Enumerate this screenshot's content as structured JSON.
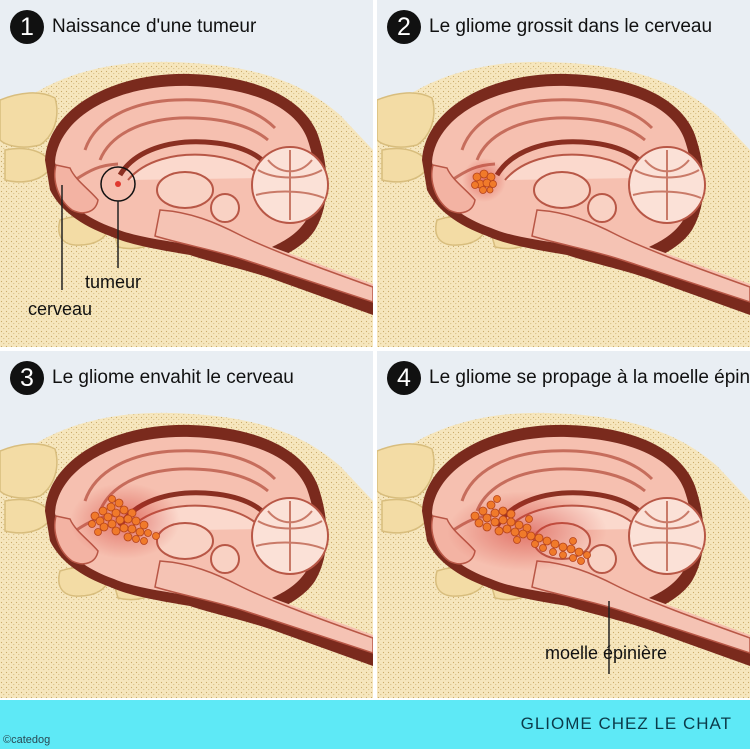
{
  "panels": [
    {
      "number": "1",
      "title": "Naissance d'une tumeur"
    },
    {
      "number": "2",
      "title": "Le gliome grossit dans le cerveau"
    },
    {
      "number": "3",
      "title": "Le gliome envahit le cerveau"
    },
    {
      "number": "4",
      "title": "Le gliome se propage à la moelle épinière"
    }
  ],
  "labels": {
    "tumeur": "tumeur",
    "cerveau": "cerveau",
    "moelle": "moelle épinière"
  },
  "footer": {
    "title": "GLIOME CHEZ LE CHAT",
    "credit": "©catedog"
  },
  "colors": {
    "panel_bg": "#e9eef3",
    "bone": "#f3dca5",
    "brain": "#f4b8a8",
    "brain_dark": "#6b2418",
    "tumor": "#f07a2a",
    "footer_bg": "#5ee9f6"
  }
}
